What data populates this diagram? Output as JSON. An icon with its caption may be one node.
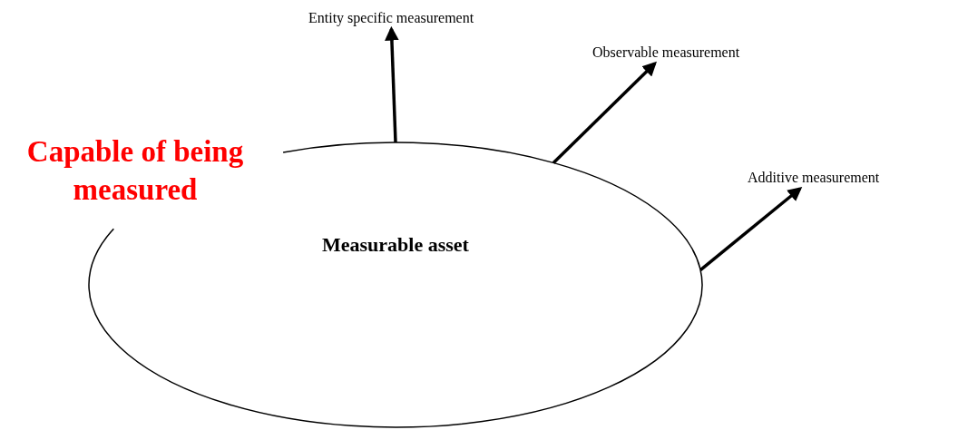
{
  "diagram": {
    "nodes": [
      {
        "text": [
          "Measurable asset"
        ]
      },
      {
        "text": [
          "Entity specific measurement"
        ]
      },
      {
        "text": [
          "Observable measurement"
        ]
      },
      {
        "text": [
          "Additive measurement"
        ]
      }
    ],
    "edges": [
      {
        "from": 0,
        "to": 1,
        "arrow": "to"
      },
      {
        "from": 0,
        "to": 2,
        "arrow": "to"
      },
      {
        "from": 0,
        "to": 3,
        "arrow": "to"
      }
    ],
    "labels": [
      "Capable of being measured"
    ]
  }
}
